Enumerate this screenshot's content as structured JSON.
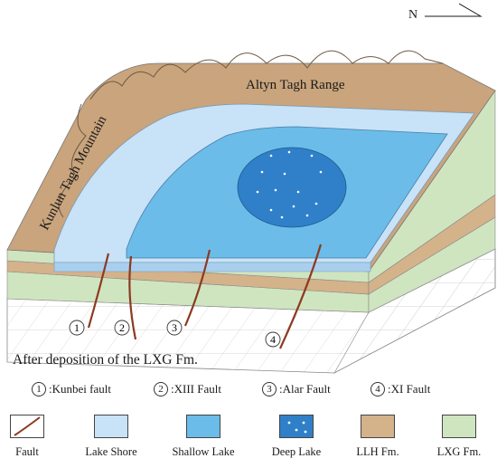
{
  "north_label": "N",
  "labels": {
    "kunlun": "Kunlun Tagh Mountain",
    "altyn": "Altyn Tagh Range",
    "caption": "After deposition of the LXG Fm."
  },
  "faults": [
    {
      "num": "1",
      "name": ":Kunbei fault"
    },
    {
      "num": "2",
      "name": ":XIII Fault"
    },
    {
      "num": "3",
      "name": ":Alar Fault"
    },
    {
      "num": "4",
      "name": ":XI Fault"
    }
  ],
  "legend": [
    {
      "label": "Fault",
      "color": "#ffffff"
    },
    {
      "label": "Lake Shore",
      "color": "#c8e2f7"
    },
    {
      "label": "Shallow Lake",
      "color": "#6bbce9"
    },
    {
      "label": "Deep Lake",
      "color": "#2f80c8"
    },
    {
      "label": "LLH Fm.",
      "color": "#d4b28a"
    },
    {
      "label": "LXG Fm.",
      "color": "#cfe5c0"
    }
  ],
  "colors": {
    "mountain": "#c9a47c",
    "llh": "#d4b28a",
    "lxg": "#cfe5c0",
    "lake_shore": "#c8e2f7",
    "shallow_lake": "#6bbce9",
    "deep_lake": "#2f80c8",
    "fault": "#8b3a20"
  }
}
